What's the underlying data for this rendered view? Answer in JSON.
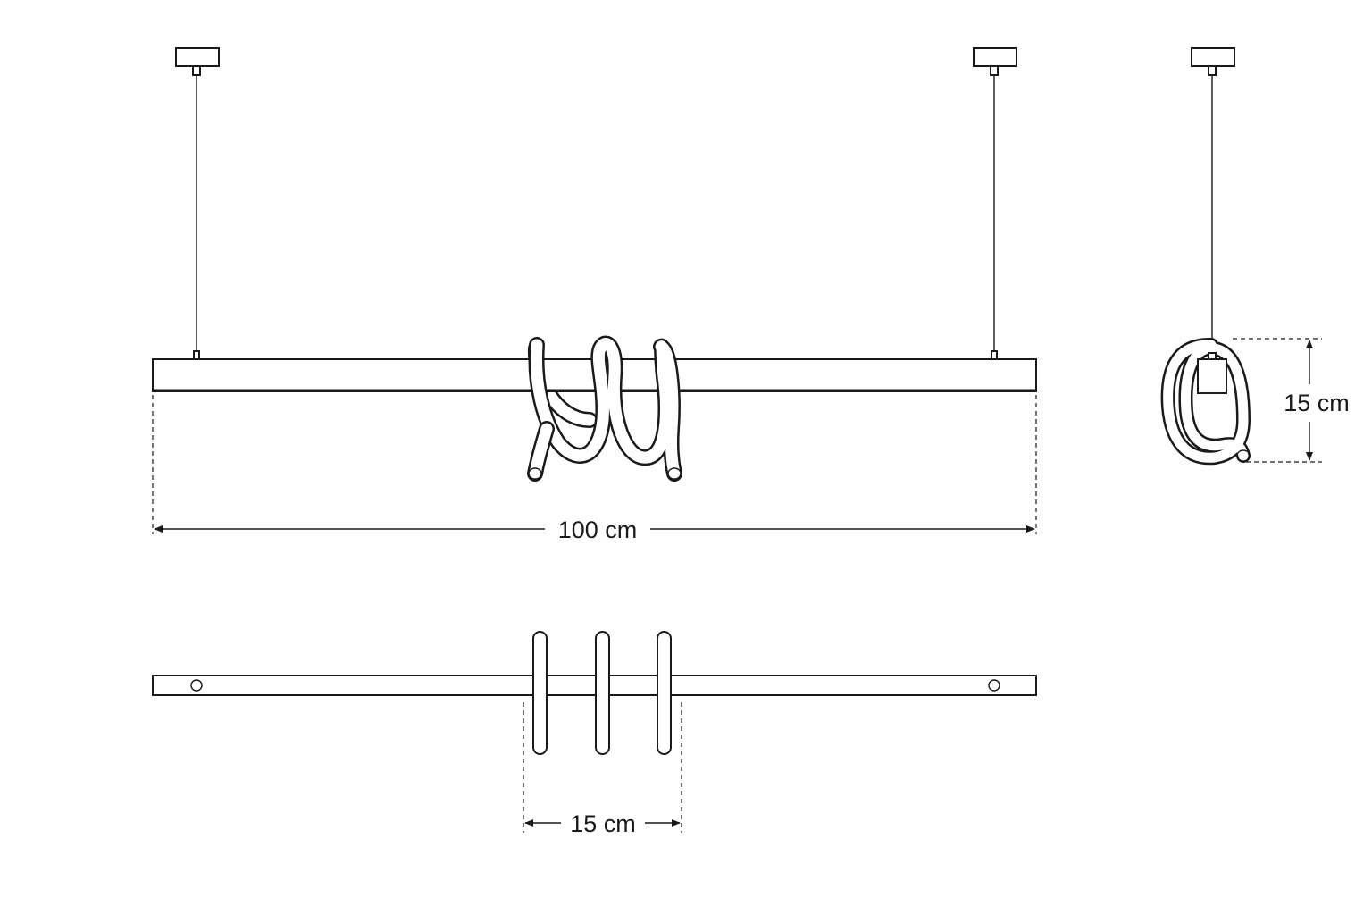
{
  "dimensions": {
    "length_label": "100 cm",
    "height_label": "15 cm",
    "spiral_width_label": "15 cm"
  },
  "colors": {
    "line": "#1a1a1a",
    "background": "#ffffff"
  }
}
